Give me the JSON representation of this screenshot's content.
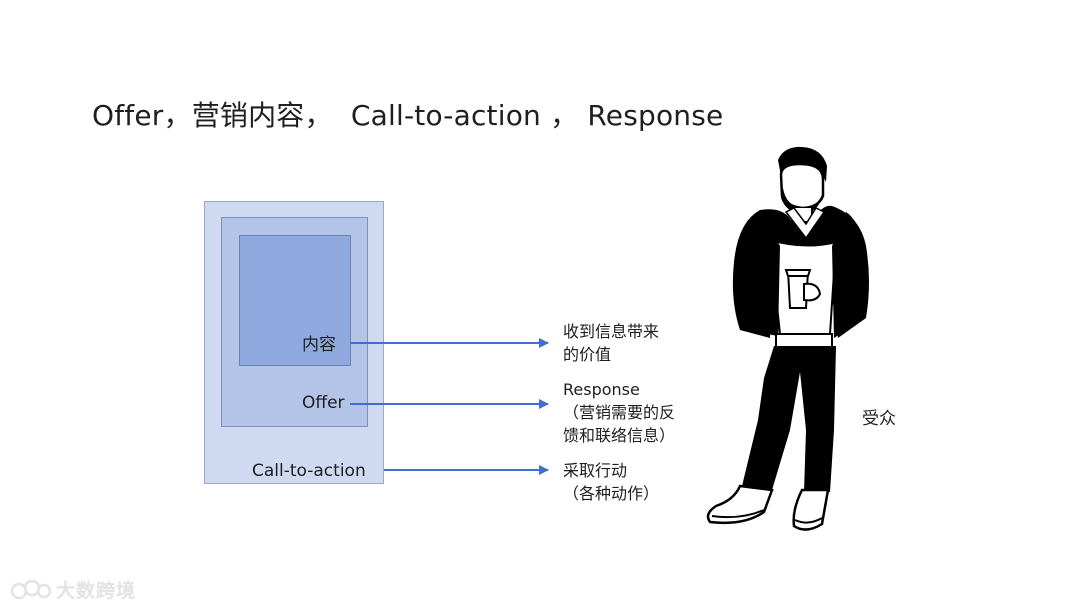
{
  "title": "Offer，营销内容，  Call-to-action ， Response",
  "boxes": {
    "content_label": "内容",
    "offer_label": "Offer",
    "cta_label": "Call-to-action"
  },
  "notes": {
    "value": [
      "收到信息带来",
      "的价值"
    ],
    "response": [
      "Response",
      "（营销需要的反",
      "馈和联络信息）"
    ],
    "action": [
      "采取行动",
      "（各种动作）"
    ]
  },
  "audience_label": "受众",
  "watermark": "大数跨境",
  "colors": {
    "arrow": "#3f6fd0",
    "outer_box": "#cfd9f0",
    "middle_box": "#b3c4e8",
    "inner_box": "#8fa9df",
    "figure": "#000000"
  }
}
